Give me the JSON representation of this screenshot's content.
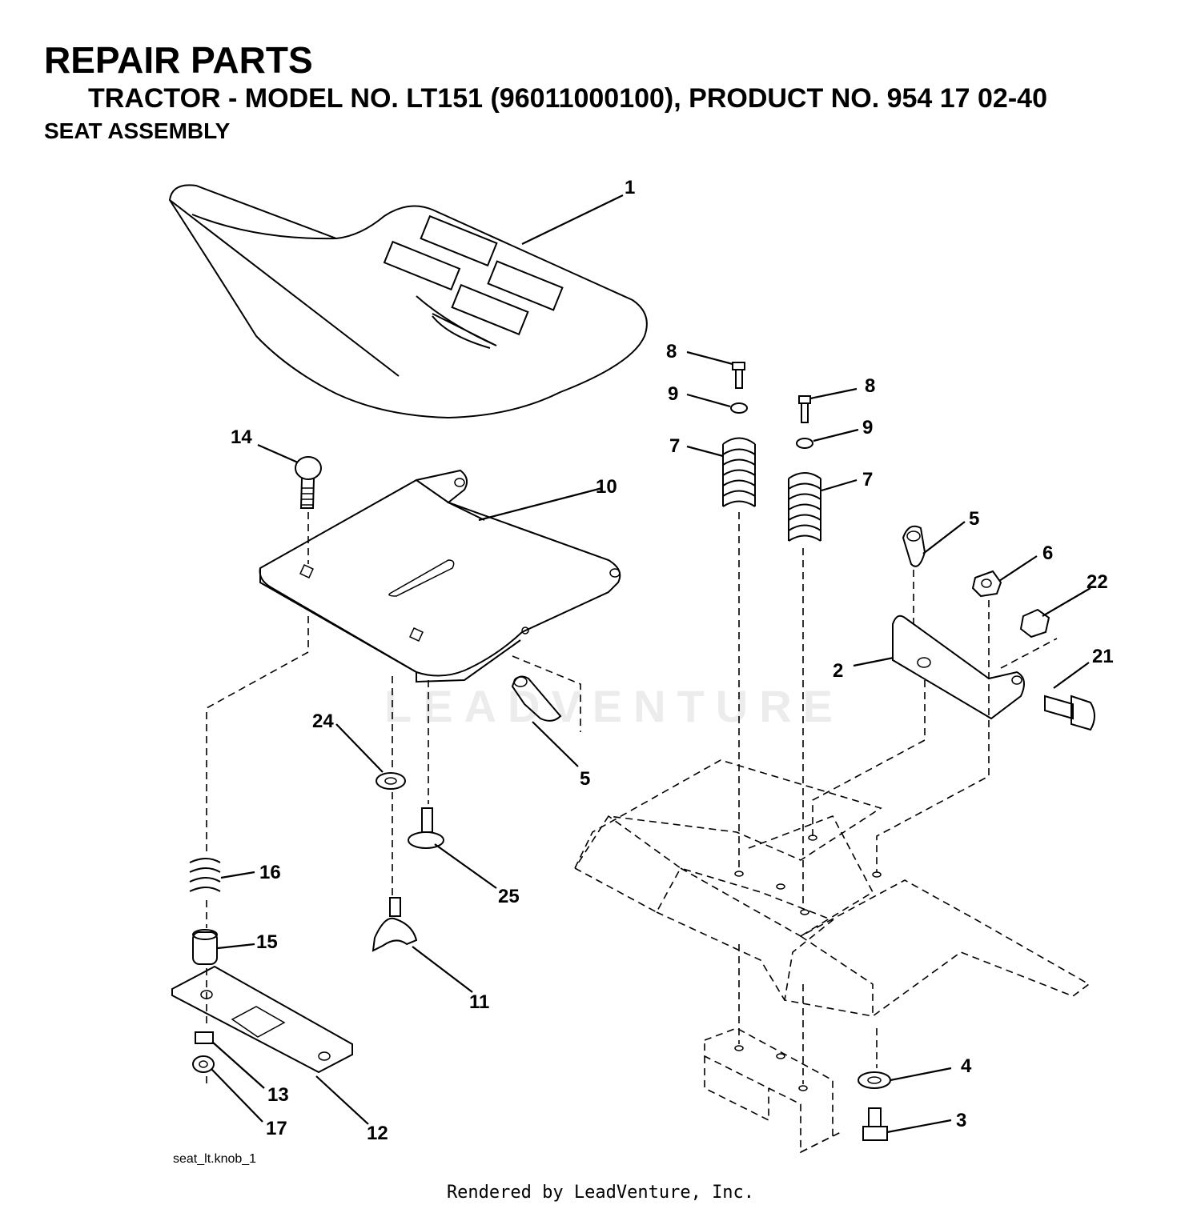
{
  "header": {
    "title": "REPAIR PARTS",
    "subtitle": "TRACTOR - MODEL NO. LT151 (96011000100), PRODUCT NO. 954 17 02-40",
    "section": "SEAT ASSEMBLY"
  },
  "callouts": {
    "c1": "1",
    "c2": "2",
    "c3": "3",
    "c4": "4",
    "c5a": "5",
    "c5b": "5",
    "c6": "6",
    "c7a": "7",
    "c7b": "7",
    "c8a": "8",
    "c8b": "8",
    "c9a": "9",
    "c9b": "9",
    "c10": "10",
    "c11": "11",
    "c12": "12",
    "c13": "13",
    "c14": "14",
    "c15": "15",
    "c16": "16",
    "c17": "17",
    "c21": "21",
    "c22": "22",
    "c24": "24",
    "c25": "25"
  },
  "drawing_id": "seat_lt.knob_1",
  "watermark": "LEADVENTURE",
  "footer": "Rendered by LeadVenture, Inc."
}
